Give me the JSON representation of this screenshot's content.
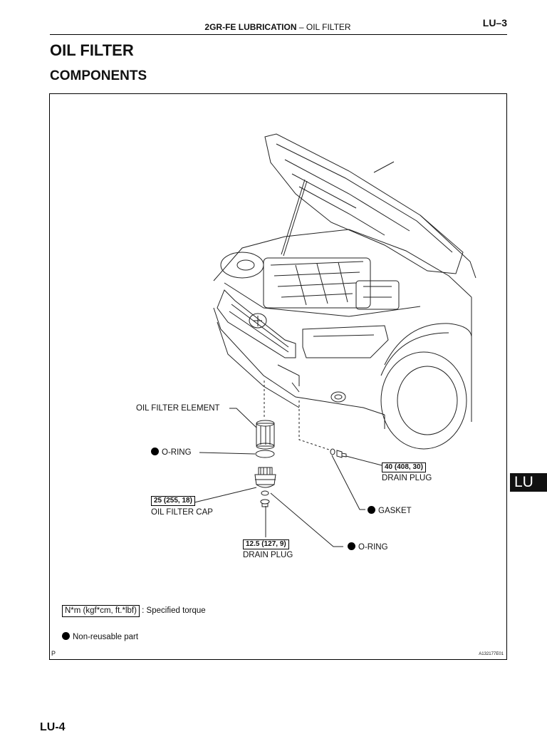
{
  "header": {
    "section_bold": "2GR-FE LUBRICATION",
    "section_sep": "–",
    "section_rest": "OIL FILTER",
    "page_number": "LU–3"
  },
  "title": "OIL FILTER",
  "subtitle": "COMPONENTS",
  "figure": {
    "labels": {
      "oil_filter_element": "OIL FILTER ELEMENT",
      "o_ring_top": "O-RING",
      "torque_cap": "25 (255, 18)",
      "oil_filter_cap": "OIL FILTER CAP",
      "torque_drain_small": "12.5 (127, 9)",
      "drain_plug_small": "DRAIN PLUG",
      "torque_drain_big": "40 (408, 30)",
      "drain_plug_big": "DRAIN PLUG",
      "gasket": "GASKET",
      "o_ring_bottom": "O-RING"
    },
    "legend": {
      "torque_unit": "N*m (kgf*cm, ft.*lbf)",
      "torque_desc": ": Specified torque",
      "nonreusable": "Non-reusable part"
    },
    "corner_left": "P",
    "figure_id": "A132177E01"
  },
  "side_tab": "LU",
  "next_page_fragment": "LU-4"
}
